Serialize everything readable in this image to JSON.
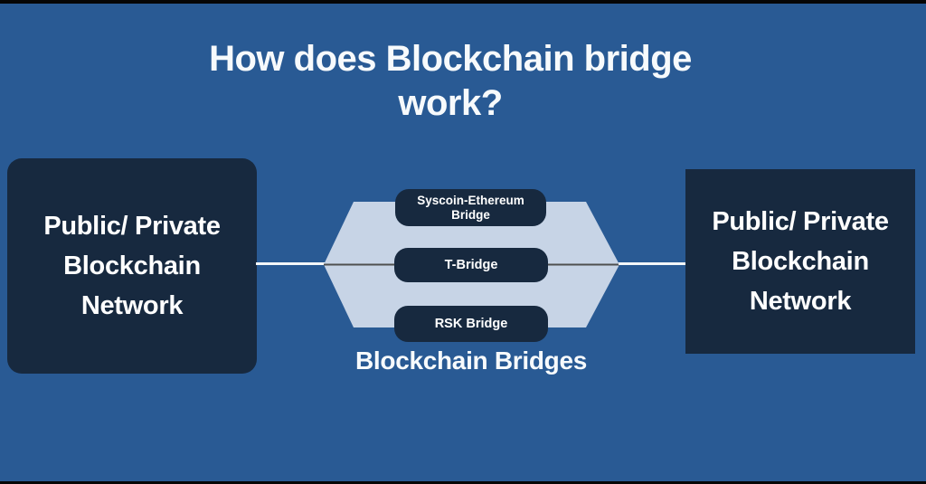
{
  "title": "How does Blockchain bridge work?",
  "nodes": {
    "left": {
      "label": "Public/ Private Blockchain Network"
    },
    "right": {
      "label": "Public/ Private Blockchain Network"
    }
  },
  "bridges": {
    "caption": "Blockchain Bridges",
    "items": [
      {
        "label": "Syscoin-Ethereum Bridge"
      },
      {
        "label": "T-Bridge"
      },
      {
        "label": "RSK Bridge"
      }
    ]
  },
  "colors": {
    "background": "#295a94",
    "node_fill": "#17293f",
    "hexagon_fill": "#c7d4e6",
    "axis_line": "#4f4f4f",
    "connector_line": "#f4f7f9",
    "text": "#ffffff",
    "letterbox": "#060606"
  }
}
